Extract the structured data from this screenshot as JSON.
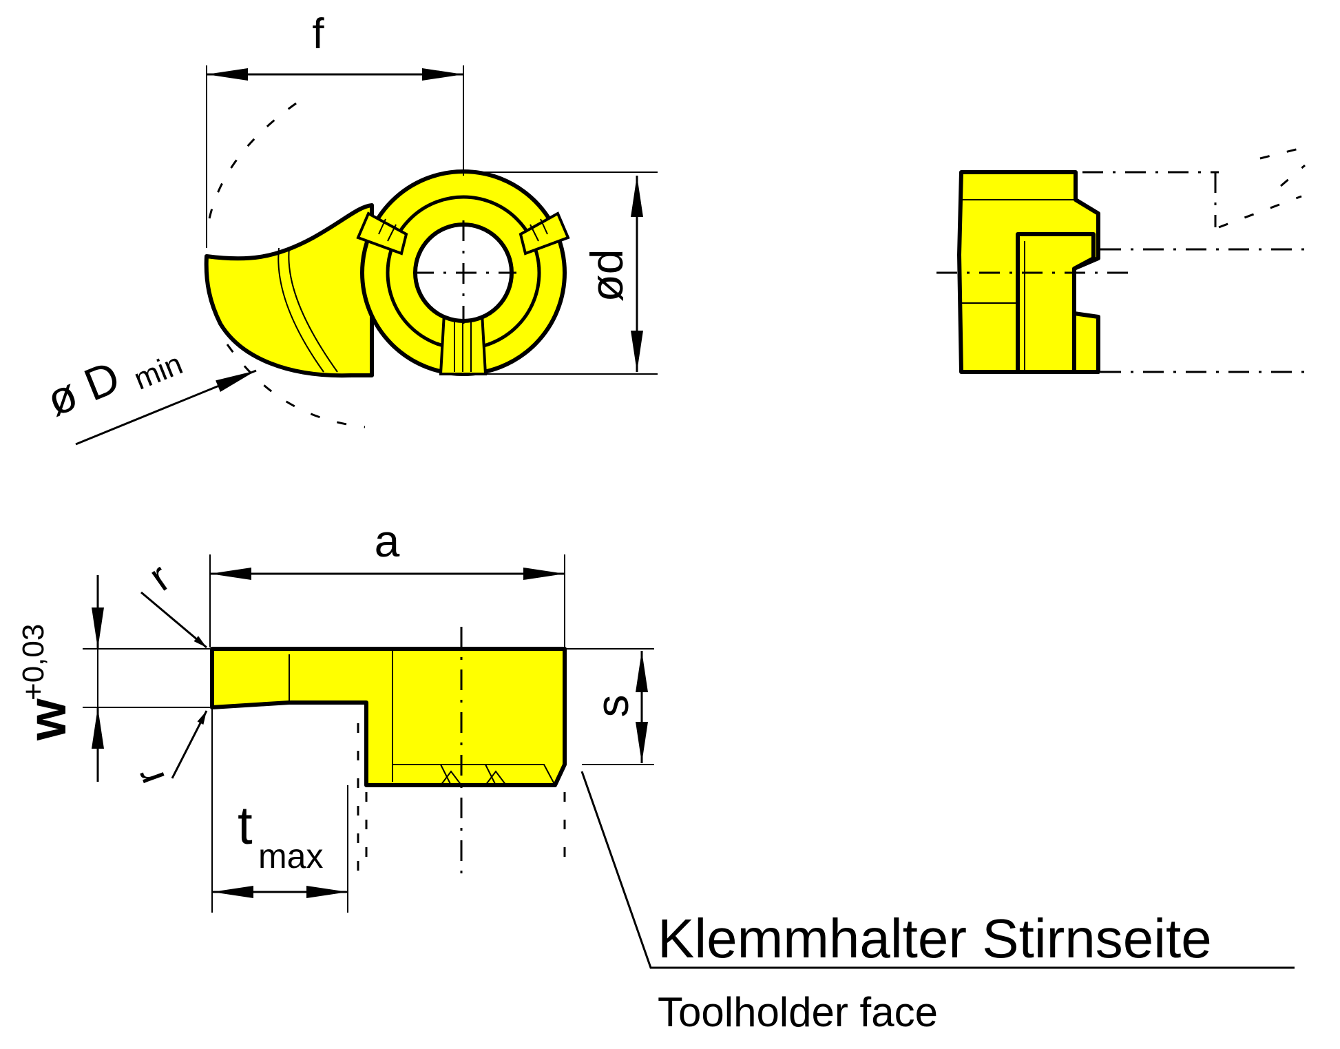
{
  "colors": {
    "insert_fill": "#ffff00",
    "line": "#000000",
    "background": "#ffffff"
  },
  "labels": {
    "f": "f",
    "d": "ød",
    "D": "ø D",
    "D_sub": "min",
    "a": "a",
    "r_top": "r",
    "r_bottom": "r",
    "w": "w",
    "w_tol": "+0,03",
    "s": "s",
    "t": "t",
    "t_sub": "max",
    "holder_de": "Klemmhalter Stirnseite",
    "holder_en": "Toolholder face"
  }
}
